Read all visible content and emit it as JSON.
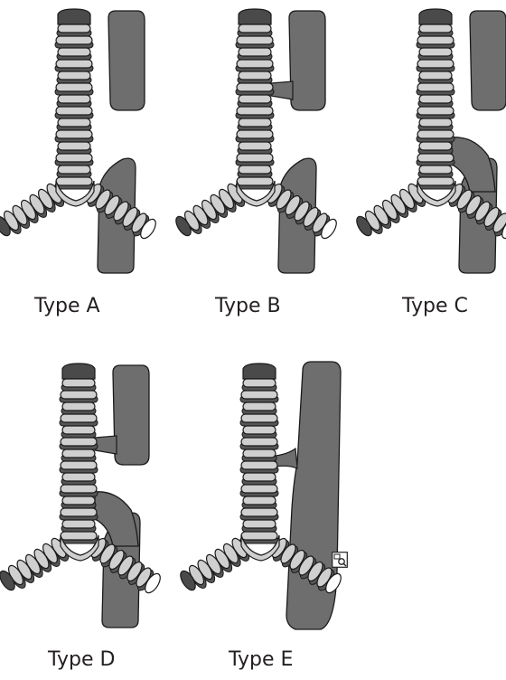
{
  "colors": {
    "background": "#ffffff",
    "ring_light": "#cfcfcf",
    "ring_dark": "#555555",
    "ring_top": "#4a4a4a",
    "esophagus": "#6e6e6e",
    "outline": "#1a1a1a"
  },
  "diagrams": [
    {
      "label": "Type A",
      "variant": "A",
      "fistula": "none",
      "esophagus": "separated-pouches"
    },
    {
      "label": "Type B",
      "variant": "B",
      "fistula": "proximal",
      "esophagus": "separated-pouches"
    },
    {
      "label": "Type C",
      "variant": "C",
      "fistula": "distal",
      "esophagus": "separated-pouches"
    },
    {
      "label": "Type D",
      "variant": "D",
      "fistula": "proximal-and-distal",
      "esophagus": "separated-pouches"
    },
    {
      "label": "Type E",
      "variant": "E",
      "fistula": "h-type",
      "esophagus": "continuous"
    }
  ],
  "corner_icon": "zoom-icon"
}
